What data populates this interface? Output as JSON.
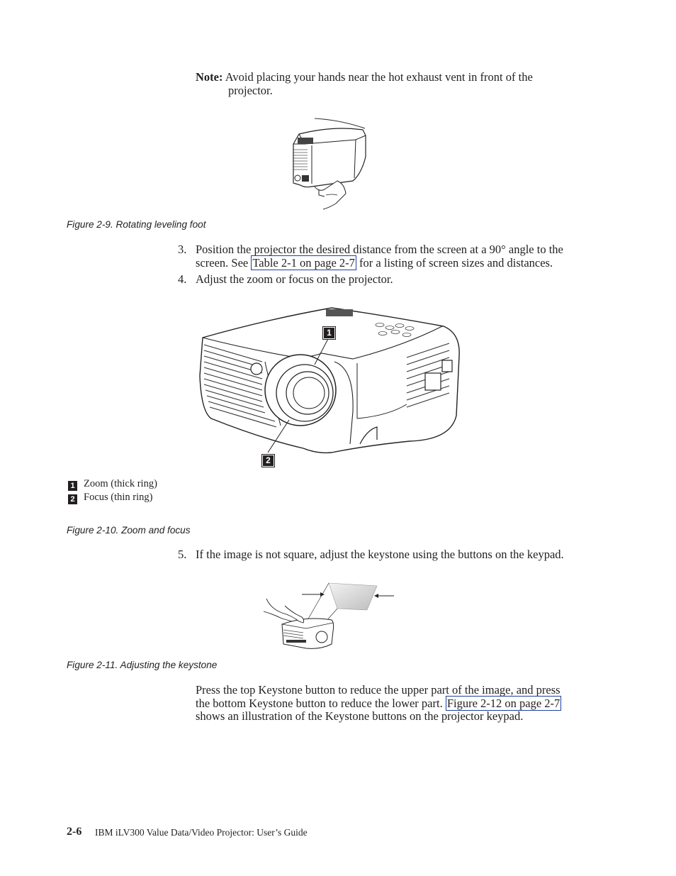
{
  "note": {
    "label": "Note:",
    "line1": "Avoid placing your hands near the hot exhaust vent in front of the",
    "line2": "projector."
  },
  "figures": {
    "fig9_caption": "Figure 2-9. Rotating leveling foot",
    "fig10_caption": "Figure 2-10. Zoom and focus",
    "fig11_caption": "Figure 2-11. Adjusting the keystone"
  },
  "steps": {
    "s3_num": "3.",
    "s3_line1": "Position the projector the desired distance from the screen at a 90° angle to the",
    "s3_line2_pre": "screen. See ",
    "s3_link": "Table 2-1 on page 2-7",
    "s3_line2_post": " for a listing of screen sizes and distances.",
    "s4_num": "4.",
    "s4_text": "Adjust the zoom or focus on the projector.",
    "s5_num": "5.",
    "s5_text": "If the image is not square, adjust the keystone using the buttons on the keypad."
  },
  "callouts": {
    "c1": "1",
    "c2": "2",
    "legend1": "Zoom (thick ring)",
    "legend2": "Focus (thin ring)"
  },
  "keystone_para": {
    "line1": "Press the top Keystone button to reduce the upper part of the image, and press",
    "line2_pre": "the bottom Keystone button to reduce the lower part. ",
    "line2_link": "Figure 2-12 on page 2-7",
    "line3": "shows an illustration of the Keystone buttons on the projector keypad."
  },
  "footer": {
    "page_num": "2-6",
    "title": "IBM iLV300 Value Data/Video Projector: User’s Guide"
  }
}
